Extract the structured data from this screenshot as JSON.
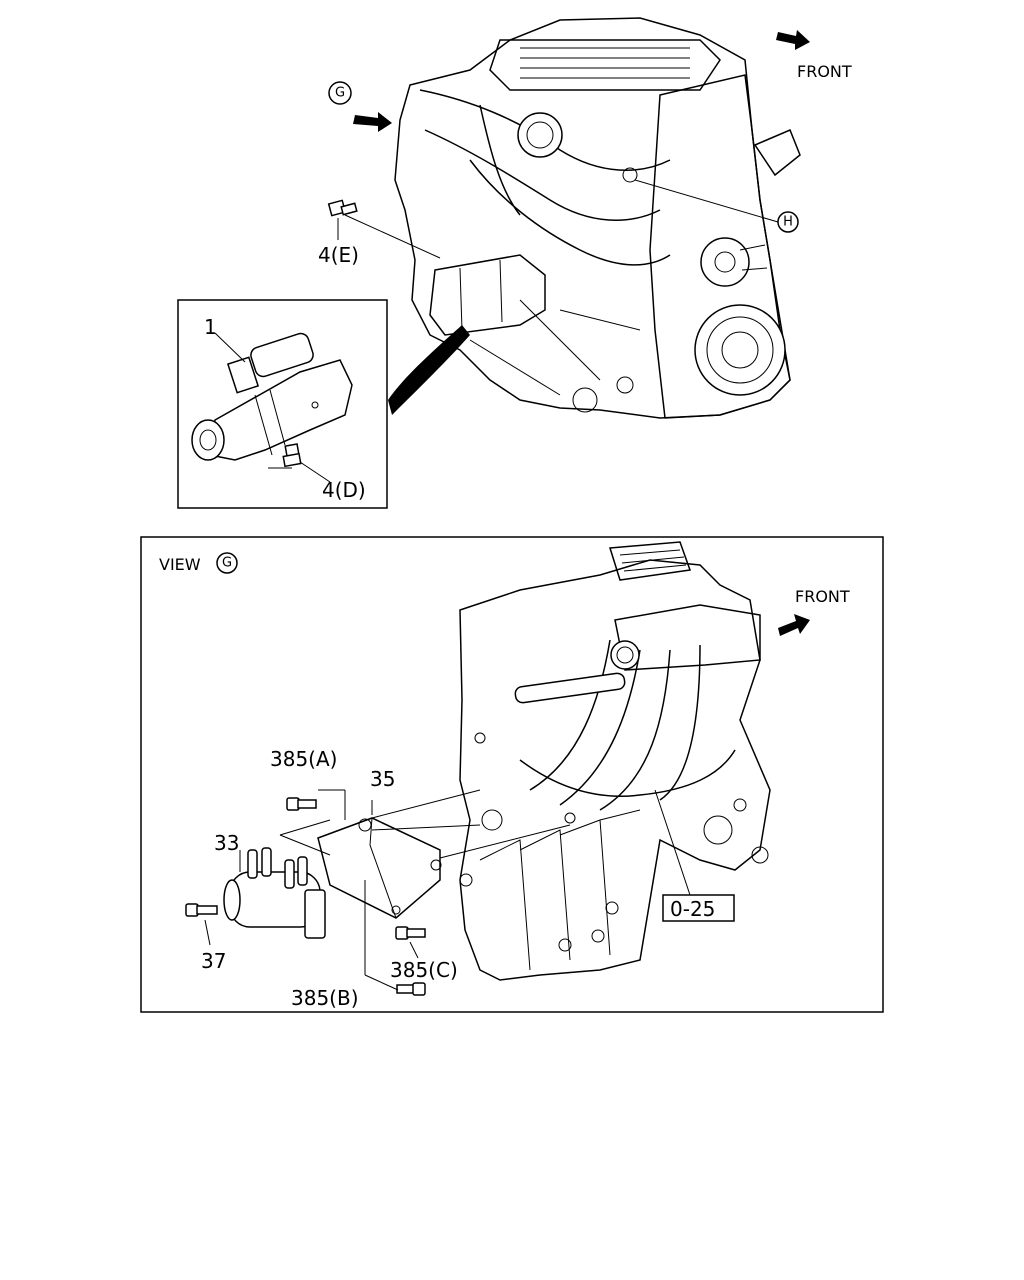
{
  "top_view": {
    "front_label": "FRONT",
    "view_marker_g": "G",
    "marker_h": "H",
    "callout_starter": "1",
    "callout_bolt_e": "4(E)",
    "callout_bolt_d": "4(D)"
  },
  "bottom_view": {
    "view_title": "VIEW",
    "view_marker": "G",
    "front_label": "FRONT",
    "callout_385a": "385(A)",
    "callout_35": "35",
    "callout_33": "33",
    "callout_37": "37",
    "callout_385c": "385(C)",
    "callout_385b": "385(B)",
    "ref_box": "0-25"
  }
}
